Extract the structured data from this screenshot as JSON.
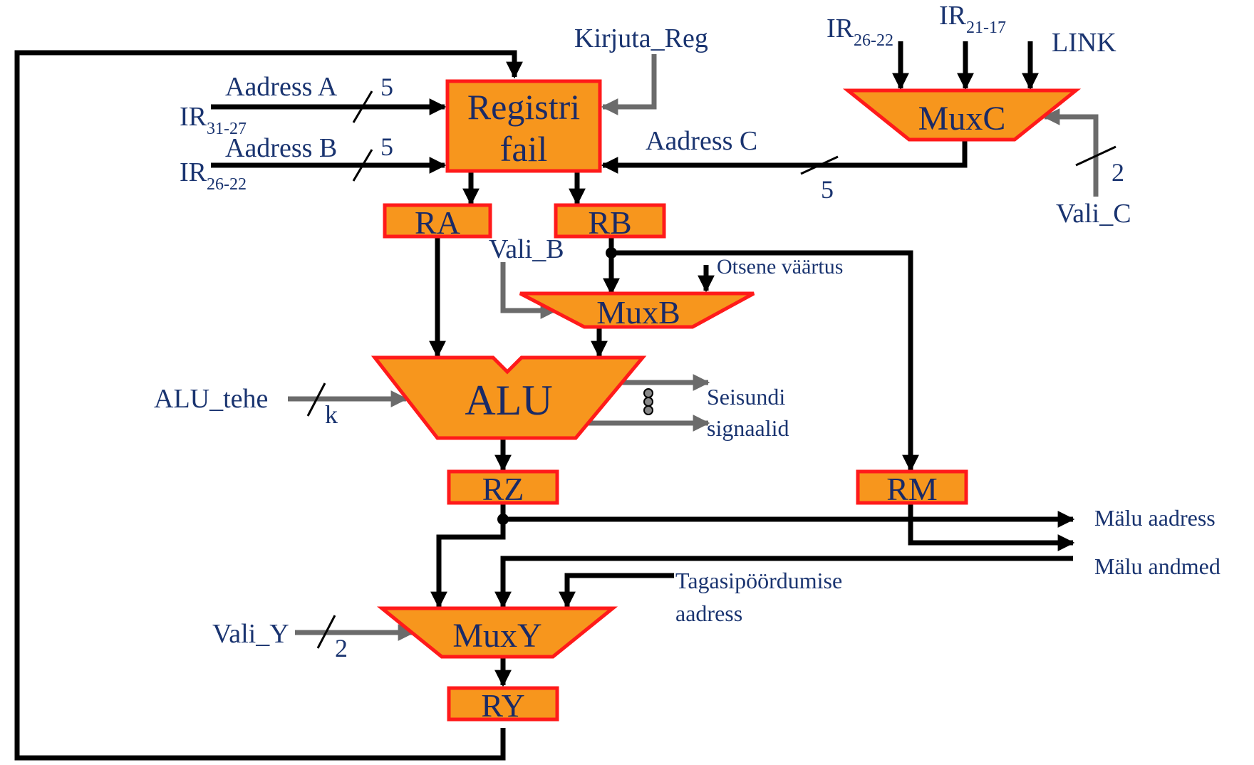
{
  "colors": {
    "block_fill": "#f7961d",
    "block_border": "#ff1a1a",
    "text": "#1a3470",
    "data_bus": "#000000",
    "control_line": "#6b6b6b"
  },
  "blocks": {
    "register_file": [
      "Registri",
      "fail"
    ],
    "ra": "RA",
    "rb": "RB",
    "muxb": "MuxB",
    "muxc": "MuxC",
    "alu": "ALU",
    "rz": "RZ",
    "rm": "RM",
    "muxy": "MuxY",
    "ry": "RY"
  },
  "labels": {
    "address_a": "Aadress A",
    "address_b": "Aadress B",
    "address_c": "Aadress C",
    "ir_a_base": "IR",
    "ir_a_sub": "31-27",
    "ir_b_base": "IR",
    "ir_b_sub": "26-22",
    "muxc_in1_base": "IR",
    "muxc_in1_sub": "26-22",
    "muxc_in2_base": "IR",
    "muxc_in2_sub": "21-17",
    "link": "LINK",
    "write_reg": "Kirjuta_Reg",
    "select_c": "Vali_C",
    "select_b": "Vali_B",
    "immediate": "Otsene väärtus",
    "alu_op": "ALU_tehe",
    "status_signals": [
      "Seisundi",
      "signaalid"
    ],
    "select_y": "Vali_Y",
    "return_address": [
      "Tagasipöördumise",
      "aadress"
    ],
    "memory_address": "Mälu aadress",
    "memory_data": "Mälu andmed"
  },
  "bus_widths": {
    "address_a": "5",
    "address_b": "5",
    "address_c": "5",
    "select_c": "2",
    "alu_op": "k",
    "select_y": "2"
  }
}
